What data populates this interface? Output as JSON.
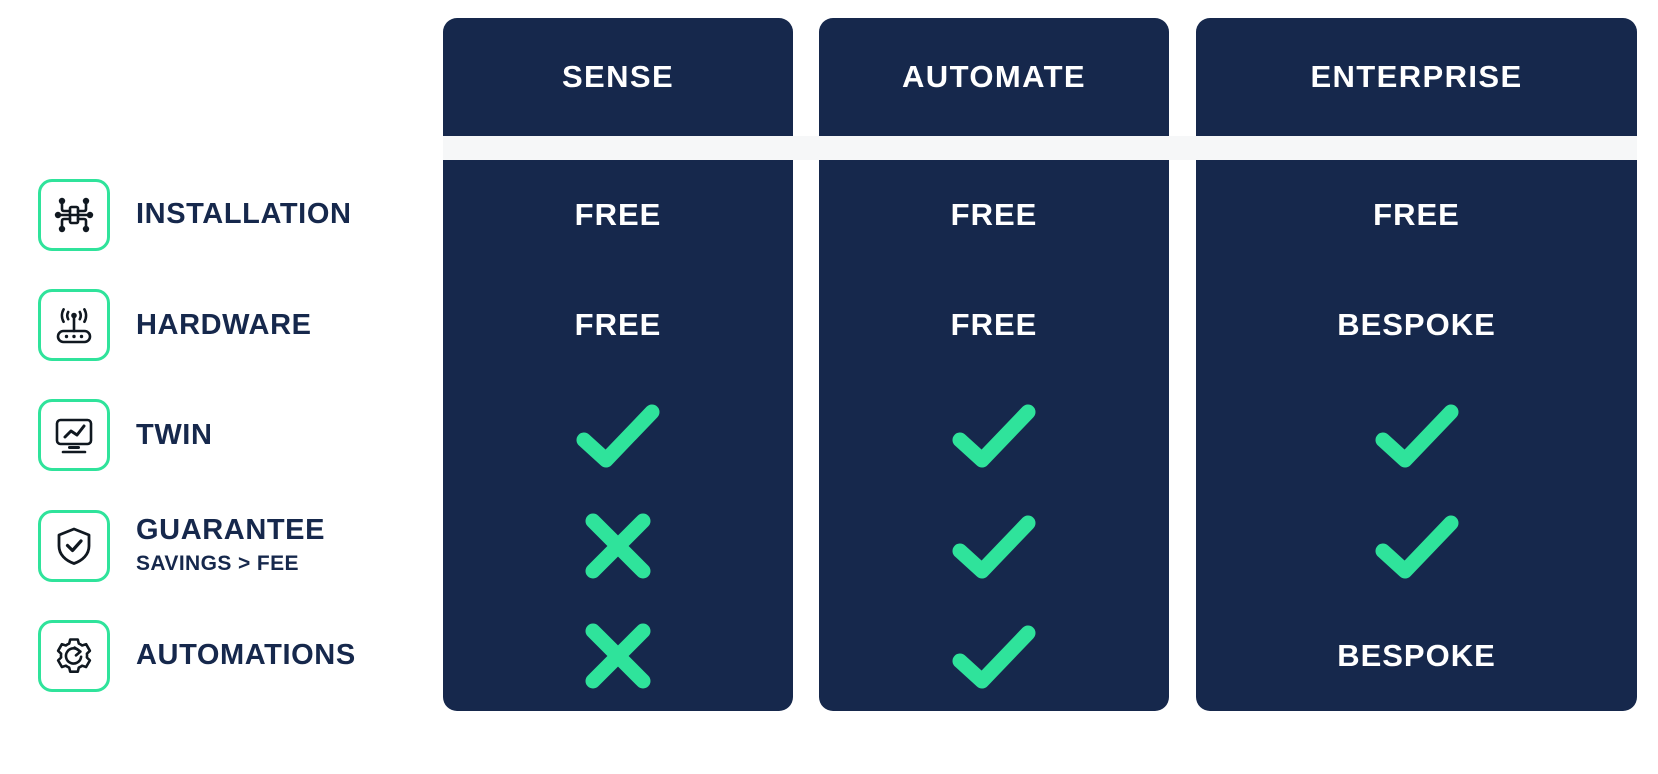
{
  "theme": {
    "navy": "#16284c",
    "green": "#2fe39b",
    "white": "#ffffff",
    "band_gray": "#f6f7f8"
  },
  "columns": [
    {
      "id": "sense",
      "label": "SENSE"
    },
    {
      "id": "automate",
      "label": "AUTOMATE"
    },
    {
      "id": "enterprise",
      "label": "ENTERPRISE"
    }
  ],
  "rows": [
    {
      "id": "installation",
      "icon": "circuit-node-icon",
      "title": "INSTALLATION",
      "subtitle": "",
      "cells": [
        {
          "type": "text",
          "value": "FREE"
        },
        {
          "type": "text",
          "value": "FREE"
        },
        {
          "type": "text",
          "value": "FREE"
        }
      ]
    },
    {
      "id": "hardware",
      "icon": "wifi-router-icon",
      "title": "HARDWARE",
      "subtitle": "",
      "cells": [
        {
          "type": "text",
          "value": "FREE"
        },
        {
          "type": "text",
          "value": "FREE"
        },
        {
          "type": "text",
          "value": "BESPOKE"
        }
      ]
    },
    {
      "id": "twin",
      "icon": "monitor-chart-icon",
      "title": "TWIN",
      "subtitle": "",
      "cells": [
        {
          "type": "check",
          "value": "included"
        },
        {
          "type": "check",
          "value": "included"
        },
        {
          "type": "check",
          "value": "included"
        }
      ]
    },
    {
      "id": "guarantee",
      "icon": "shield-check-icon",
      "title": "GUARANTEE",
      "subtitle": "SAVINGS > FEE",
      "cells": [
        {
          "type": "cross",
          "value": "not included"
        },
        {
          "type": "check",
          "value": "included"
        },
        {
          "type": "check",
          "value": "included"
        }
      ]
    },
    {
      "id": "automations",
      "icon": "gear-refresh-icon",
      "title": "AUTOMATIONS",
      "subtitle": "",
      "cells": [
        {
          "type": "cross",
          "value": "not included"
        },
        {
          "type": "check",
          "value": "included"
        },
        {
          "type": "text",
          "value": "BESPOKE"
        }
      ]
    }
  ]
}
